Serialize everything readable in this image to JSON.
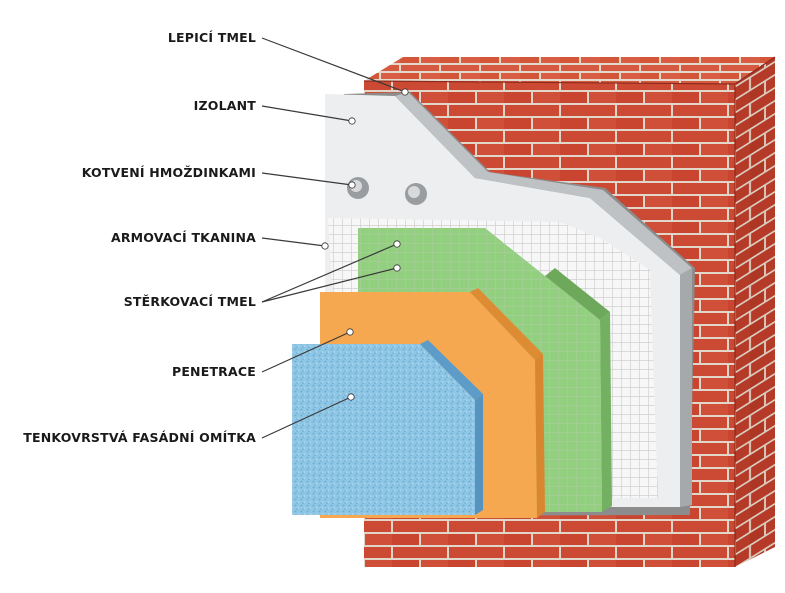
{
  "labels": {
    "adhesive": "LEPICÍ TMEL",
    "insulation": "IZOLANT",
    "anchoring": "KOTVENÍ HMOŽDINKAMI",
    "mesh": "ARMOVACÍ TKANINA",
    "skim_coat": "STĚRKOVACÍ TMEL",
    "primer": "PENETRACE",
    "render": "TENKOVRSTVÁ FASÁDNÍ OMÍTKA"
  },
  "colors": {
    "brick": "#c8452f",
    "mortar": "#e3d8cc",
    "adhesive": "#8c8c8c",
    "insulation": "#eceef0",
    "mesh": "#ffffff",
    "skim_coat": "#92cf7e",
    "primer": "#f6a850",
    "render": "#8ec6e6"
  }
}
